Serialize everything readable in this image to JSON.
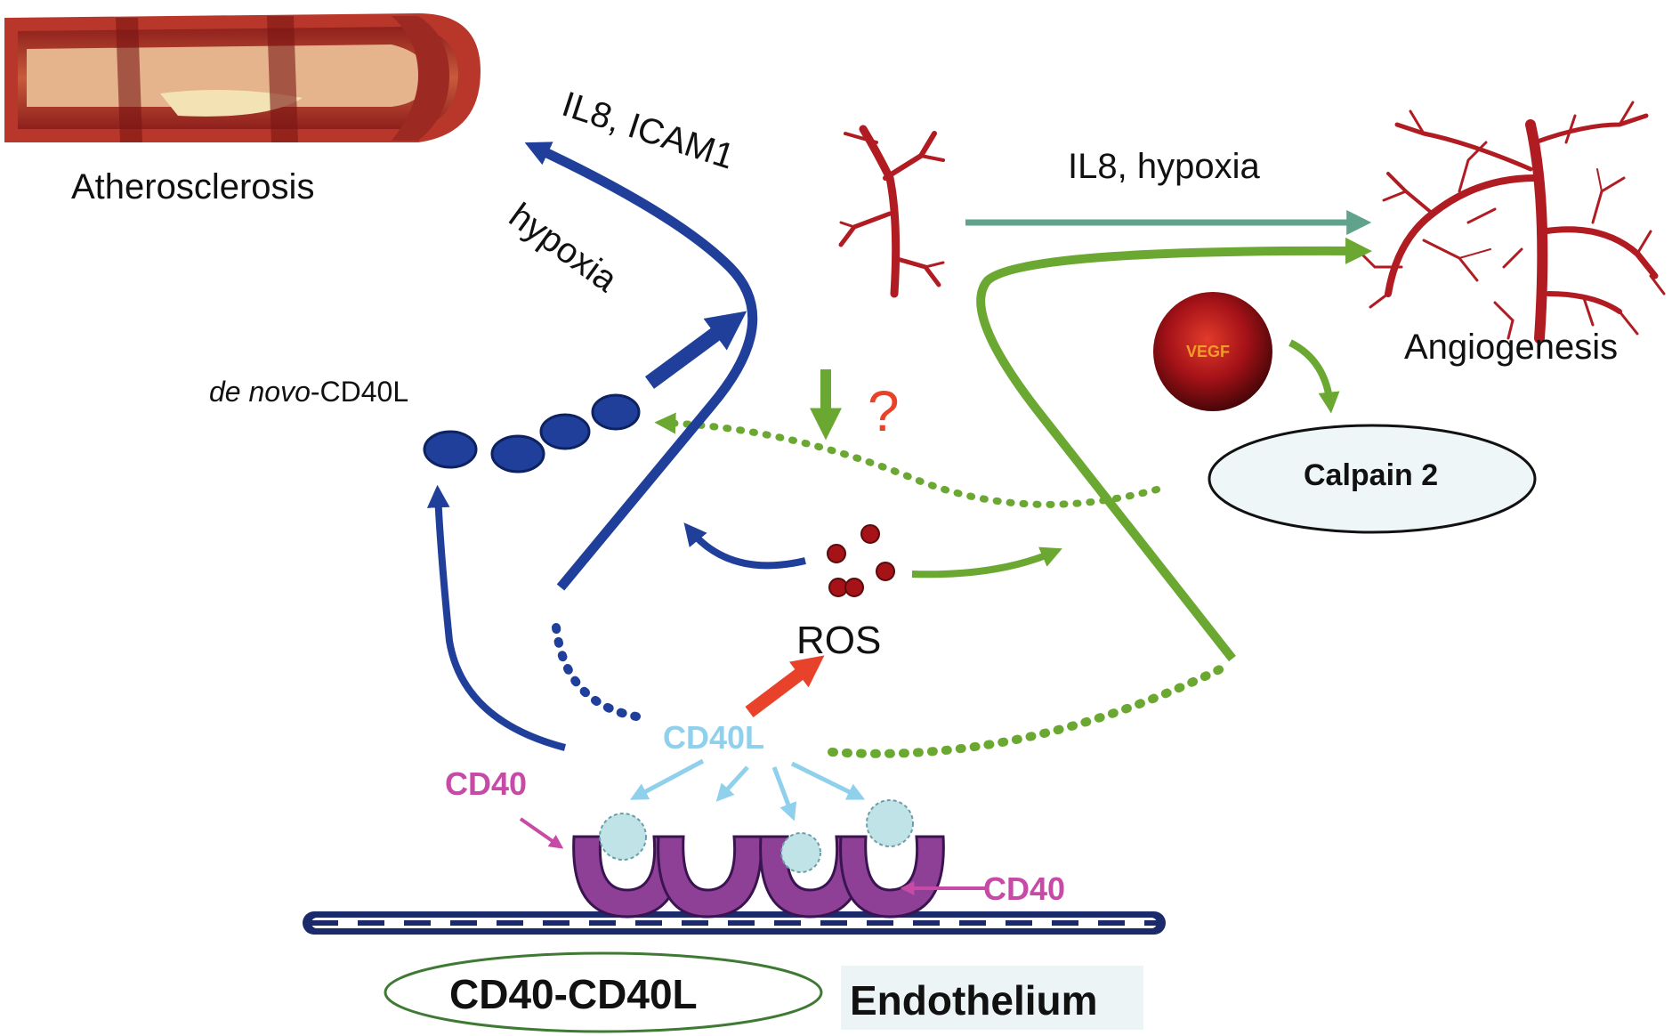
{
  "labels": {
    "atherosclerosis": "Atherosclerosis",
    "il8_icam1": "IL8, ICAM1",
    "hypoxia_left": "hypoxia",
    "il8_hypoxia": "IL8, hypoxia",
    "angiogenesis": "Angiogenesis",
    "de_novo_prefix": "de novo",
    "de_novo_suffix": "-CD40L",
    "vegf": "VEGF",
    "calpain": "Calpain 2",
    "question": "?",
    "ros": "ROS",
    "cd40l": "CD40L",
    "cd40_left": "CD40",
    "cd40_right": "CD40",
    "complex": "CD40-CD40L",
    "endothelium": "Endothelium"
  },
  "colors": {
    "blue_pathway": "#1f3f9a",
    "green_pathway": "#6aa832",
    "teal_arrow": "#5fa38c",
    "ros_arrow": "#e8432a",
    "vessel_red": "#b01c22",
    "cd40_purple": "#8e3f96",
    "cd40_label": "#c64aa6",
    "cd40l_light_blue": "#8fd0ec",
    "vegf_orange": "#f39a2d",
    "calpain_fill": "#eef6f8"
  },
  "icons": {
    "artery": "artery-cross-section-icon",
    "vessel_small": "small-vessel-branch-icon",
    "vessel_large": "vascular-network-icon",
    "vegf": "vegf-sphere-icon",
    "ros": "ros-molecules-icon",
    "receptor": "cd40-receptor-icon",
    "membrane": "membrane-icon"
  }
}
